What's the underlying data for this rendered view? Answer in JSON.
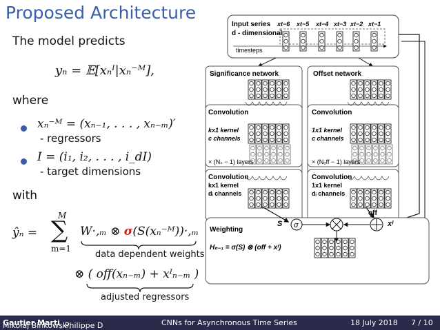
{
  "slide": {
    "title": "Proposed Architecture",
    "intro": "The model predicts",
    "eq_predict": "yₙ = 𝔼[xₙᴵ|xₙ⁻ᴹ],",
    "where": "where",
    "bullet1_math": "xₙ⁻ᴹ = (xₙ₋₁, . . . , xₙ₋ₘ)′",
    "bullet1_note": "- regressors",
    "bullet2_math": "I = (i₁, i₂, . . . , i_dI)",
    "bullet2_note": "- target dimensions",
    "with": "with",
    "sum_top": "M",
    "sum_symbol": "∑",
    "sum_bottom": "m=1",
    "yhat": "ŷₙ =",
    "formula_main_pre": "W·,ₘ ⊗ ",
    "formula_sigma": "σ",
    "formula_main_post": "(S(xₙ⁻ᴹ))·,ₘ",
    "brace1_label": "data dependent weights",
    "formula_second": "⊗ ( off(xₙ₋ₘ) + xᴵₙ₋ₘ )",
    "brace2_label": "adjusted regressors"
  },
  "diagram": {
    "input_series": "Input series",
    "d_dimensional": "d - dimensional",
    "timesteps": "timesteps",
    "time_labels": [
      "xt−6",
      "xt−5",
      "xt−4",
      "xt−3",
      "xt−2",
      "xt−1"
    ],
    "significance_network": "Significance network",
    "offset_network": "Offset network",
    "conv": "Convolution",
    "sig_k1": "kx1 kernel",
    "sig_c1": "c channels",
    "sig_layers": "× (Nₛ − 1) layers",
    "sig_k2": "kx1 kernel",
    "sig_c2": "dᵢ channels",
    "off_k1": "1x1 kernel",
    "off_c1": "c channels",
    "off_layers": "× (Nₒff − 1) layers",
    "off_k2": "1x1 kernel",
    "off_c2": "dᵢ channels",
    "weighting": "Weighting",
    "weighting_eq": "Hₙ₋₁ = σ(S) ⊗ (off + xᴵ)",
    "S_label": "S",
    "sigma_node": "σ",
    "off_label": "off",
    "xI_label": "xᴵ"
  },
  "footer": {
    "authors_plain1": "Mikołaj Bińkowski, ",
    "authors_bold": "Gautier Marti",
    "authors_plain2": ", Philippe D",
    "talk": "CNNs for Asynchronous Time Series",
    "date": "18 July 2018",
    "page": "7 / 10"
  },
  "colors": {
    "title": "#3a5fa8",
    "sigma_red": "#d21f1f",
    "footer_bg": "#2a2a4a"
  }
}
